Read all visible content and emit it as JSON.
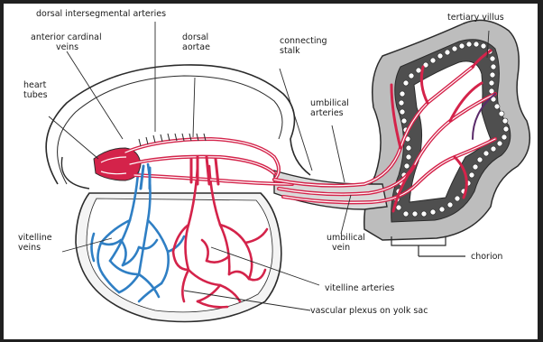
{
  "labels": {
    "dorsal_intersegmental_arteries": "dorsal intersegmental arteries",
    "tertiary_villus": "tertiary villus",
    "anterior_cardinal_veins_1": "anterior cardinal",
    "anterior_cardinal_veins_2": "veins",
    "dorsal_aortae_1": "dorsal",
    "dorsal_aortae_2": "aortae",
    "connecting_stalk_1": "connecting",
    "connecting_stalk_2": "stalk",
    "heart_tubes_1": "heart",
    "heart_tubes_2": "tubes",
    "umbilical_arteries_1": "umbilical",
    "umbilical_arteries_2": "arteries",
    "vitelline_veins_1": "vitelline",
    "vitelline_veins_2": "veins",
    "umbilical_vein_1": "umbilical",
    "umbilical_vein_2": "vein",
    "chorion": "chorion",
    "vitelline_arteries": "vitelline arteries",
    "vascular_plexus": "vascular plexus on yolk sac"
  },
  "colors": {
    "artery": "#d4234a",
    "vein": "#2f7fc4",
    "tissue_dark": "#5a5a5a",
    "tissue_light": "#d9d9d9",
    "outline": "#2b2b2b"
  }
}
